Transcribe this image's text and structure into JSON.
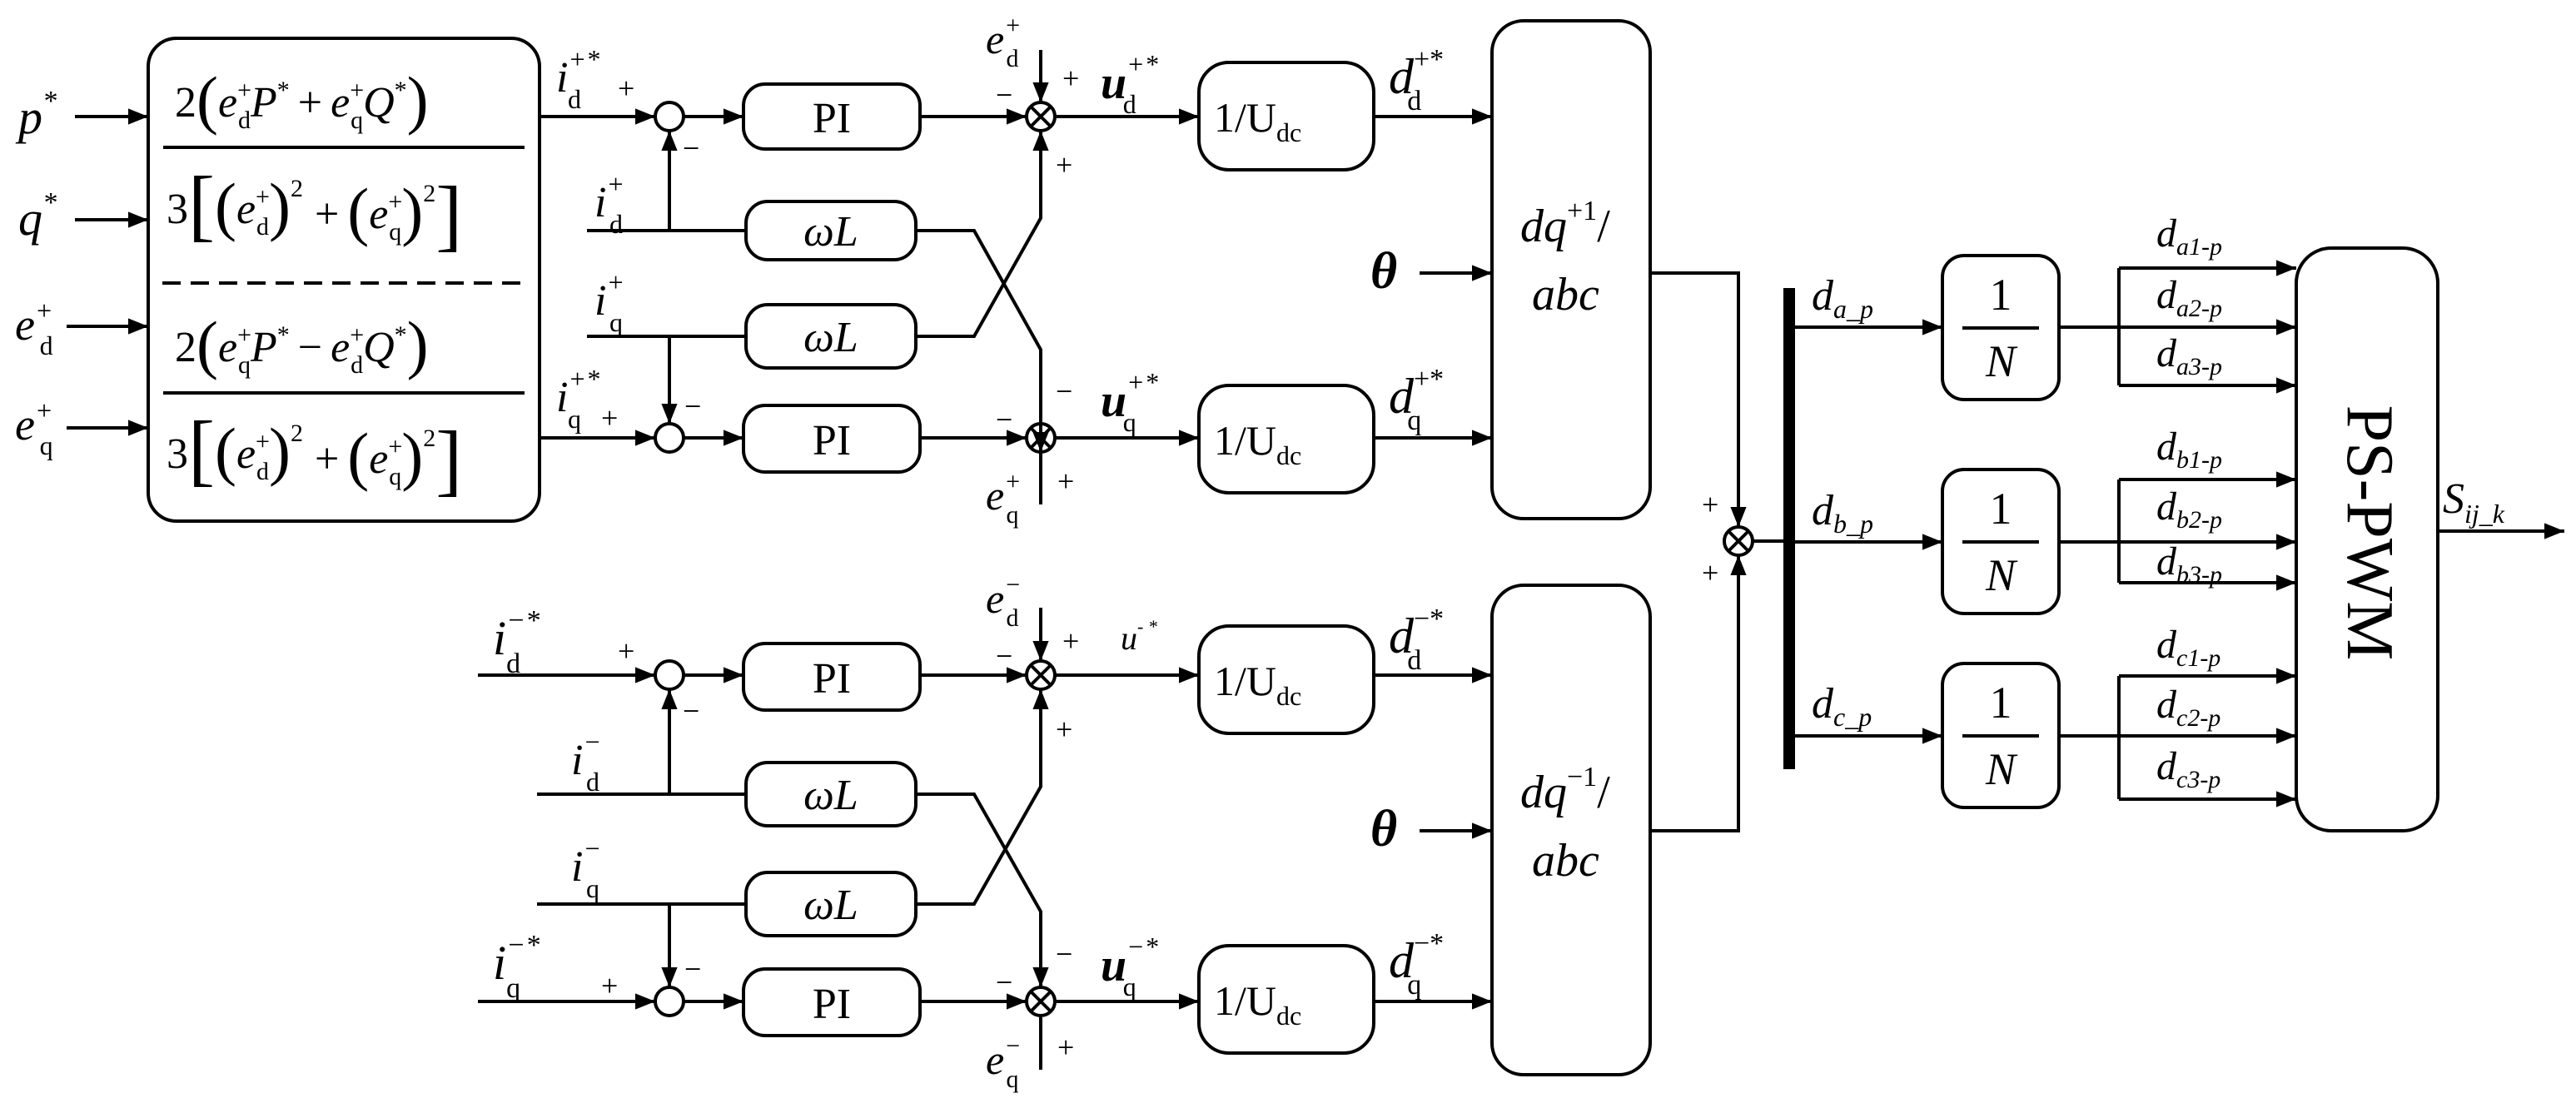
{
  "blocks": {
    "pi": "PI",
    "omega_l": "ωL",
    "inv_udc": "1/U",
    "udc_sub": "dc",
    "one": "1",
    "n": "N",
    "dq_pos": "dq",
    "dq_pos_sup": "+1",
    "dq_neg": "dq",
    "dq_neg_sup": "−1",
    "slash": "/",
    "abc": "abc",
    "pspwm": "PS-PWM"
  },
  "signs": {
    "plus": "+",
    "minus": "−"
  },
  "calc_block": {
    "top": {
      "lead": "2",
      "e": "e",
      "sub_d": "d",
      "sub_q": "q",
      "sup": "+",
      "P": "P",
      "Q": "Q",
      "star": "*",
      "op": "+",
      "den_lead": "3",
      "square": "2"
    },
    "bottom": {
      "op": "−"
    }
  },
  "inputs": {
    "p": "p",
    "q": "q",
    "star": "*",
    "e": "e",
    "i": "i",
    "d": "d",
    "qsub": "q",
    "theta": "θ",
    "plus_star": "+*",
    "minus_star": "−*",
    "plus": "+",
    "minus": "−"
  },
  "outputs": {
    "u": "u",
    "d": "d",
    "u_neg_d_glyph": "u",
    "u_neg_d_sup": "- *",
    "sub_d": "d",
    "sub_q": "q",
    "plus_star": "+*",
    "minus_star": "−*"
  },
  "duty": {
    "d": "d",
    "a_p": "a_p",
    "b_p": "b_p",
    "c_p": "c_p",
    "a1": "a1-p",
    "a2": "a2-p",
    "a3": "a3-p",
    "b1": "b1-p",
    "b2": "b2-p",
    "b3": "b3-p",
    "c1": "c1-p",
    "c2": "c2-p",
    "c3": "c3-p"
  },
  "output_signal": {
    "s": "S",
    "sub": "ij_k"
  }
}
